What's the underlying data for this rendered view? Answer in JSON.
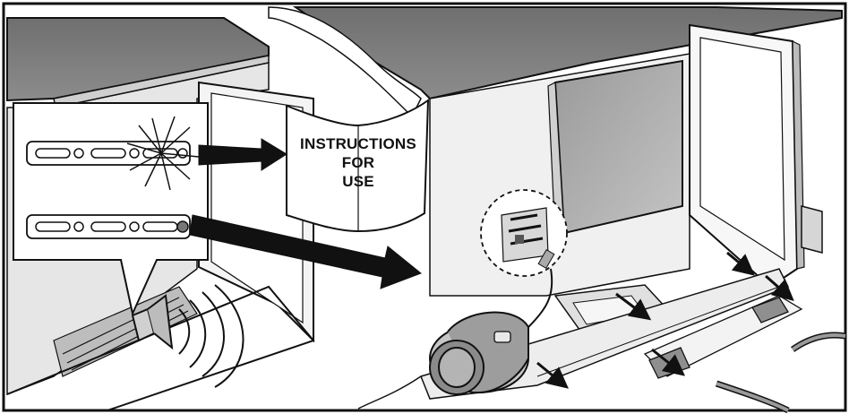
{
  "booklet": {
    "line1": "INSTRUCTIONS",
    "line2": "FOR",
    "line3": "USE"
  },
  "colors": {
    "ink": "#111111",
    "panel_dark": "#7a7a7a",
    "panel_mid": "#a9a9a9",
    "panel_light": "#d9d9d9",
    "paper": "#ffffff"
  },
  "icons": [
    "alarm-flash-icon",
    "sound-wave-icon",
    "arrow-icon",
    "compressor-icon",
    "control-board-icon"
  ]
}
